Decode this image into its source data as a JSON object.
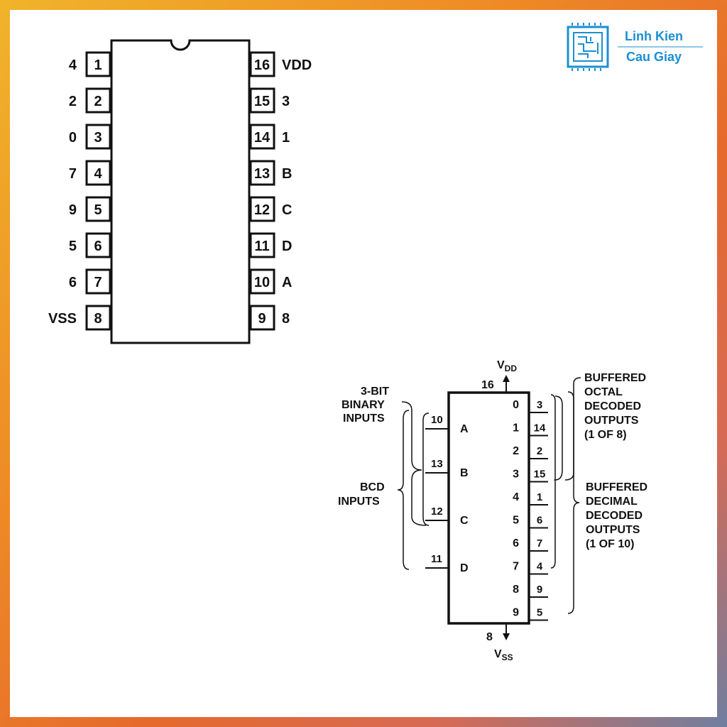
{
  "logo": {
    "line1": "Linh Kien",
    "line2": "Cau Giay",
    "color": "#1a8fd1"
  },
  "pinout": {
    "left_pins": [
      {
        "number": "1",
        "label": "4"
      },
      {
        "number": "2",
        "label": "2"
      },
      {
        "number": "3",
        "label": "0"
      },
      {
        "number": "4",
        "label": "7"
      },
      {
        "number": "5",
        "label": "9"
      },
      {
        "number": "6",
        "label": "5"
      },
      {
        "number": "7",
        "label": "6"
      },
      {
        "number": "8",
        "label": "VSS"
      }
    ],
    "right_pins": [
      {
        "number": "16",
        "label": "VDD"
      },
      {
        "number": "15",
        "label": "3"
      },
      {
        "number": "14",
        "label": "1"
      },
      {
        "number": "13",
        "label": "B"
      },
      {
        "number": "12",
        "label": "C"
      },
      {
        "number": "11",
        "label": "D"
      },
      {
        "number": "10",
        "label": "A"
      },
      {
        "number": "9",
        "label": "8"
      }
    ]
  },
  "logic": {
    "vdd_main": "V",
    "vdd_sub": "DD",
    "vdd_pin": "16",
    "vss_main": "V",
    "vss_sub": "SS",
    "vss_pin": "8",
    "binary_label": [
      "3-BIT",
      "BINARY",
      "INPUTS"
    ],
    "bcd_label": [
      "BCD",
      "INPUTS"
    ],
    "octal_label": [
      "BUFFERED",
      "OCTAL",
      "DECODED",
      "OUTPUTS",
      "(1 OF 8)"
    ],
    "decimal_label": [
      "BUFFERED",
      "DECIMAL",
      "DECODED",
      "OUTPUTS",
      "(1 OF 10)"
    ],
    "inputs": [
      {
        "pin": "10",
        "name": "A"
      },
      {
        "pin": "13",
        "name": "B"
      },
      {
        "pin": "12",
        "name": "C"
      },
      {
        "pin": "11",
        "name": "D"
      }
    ],
    "outputs": [
      {
        "name": "0",
        "pin": "3"
      },
      {
        "name": "1",
        "pin": "14"
      },
      {
        "name": "2",
        "pin": "2"
      },
      {
        "name": "3",
        "pin": "15"
      },
      {
        "name": "4",
        "pin": "1"
      },
      {
        "name": "5",
        "pin": "6"
      },
      {
        "name": "6",
        "pin": "7"
      },
      {
        "name": "7",
        "pin": "4"
      },
      {
        "name": "8",
        "pin": "9"
      },
      {
        "name": "9",
        "pin": "5"
      }
    ]
  }
}
